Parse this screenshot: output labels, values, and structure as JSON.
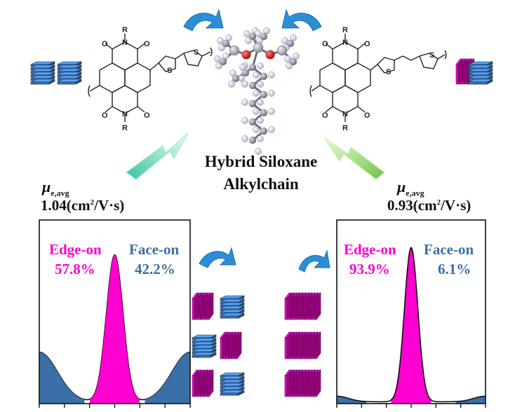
{
  "center_label": {
    "line1": "Hybrid Siloxane",
    "line2": "Alkylchain"
  },
  "left_panel": {
    "mobility_symbol": "μ",
    "mobility_subscript": "e,avg",
    "mobility_value": "1.04",
    "mobility_unit_prefix": "(cm",
    "mobility_unit_sup": "2",
    "mobility_unit_suffix": "/V·s)",
    "edge_label": "Edge-on",
    "edge_pct": "57.8%",
    "face_label": "Face-on",
    "face_pct": "42.2%"
  },
  "right_panel": {
    "mobility_symbol": "μ",
    "mobility_subscript": "e,avg",
    "mobility_value": "0.93",
    "mobility_unit_prefix": "(cm",
    "mobility_unit_sup": "2",
    "mobility_unit_suffix": "/V·s)",
    "edge_label": "Edge-on",
    "edge_pct": "93.9%",
    "face_label": "Face-on",
    "face_pct": "6.1%"
  },
  "molecule_labels": {
    "imide_r": "R",
    "oxygen": "O",
    "nitrogen": "N",
    "sulfur": "S"
  },
  "colors": {
    "edge_on": "#ff00d0",
    "face_on": "#3a6fa8",
    "arrow_blue": "#2b8fd6",
    "bolt_left": "#5fe0c0",
    "bolt_right": "#9ad46a",
    "atom_silicon": "#9aa0a6",
    "atom_oxygen": "#d01818",
    "atom_carbon": "#8a8f96",
    "atom_hydrogen": "#e9e3f2"
  }
}
